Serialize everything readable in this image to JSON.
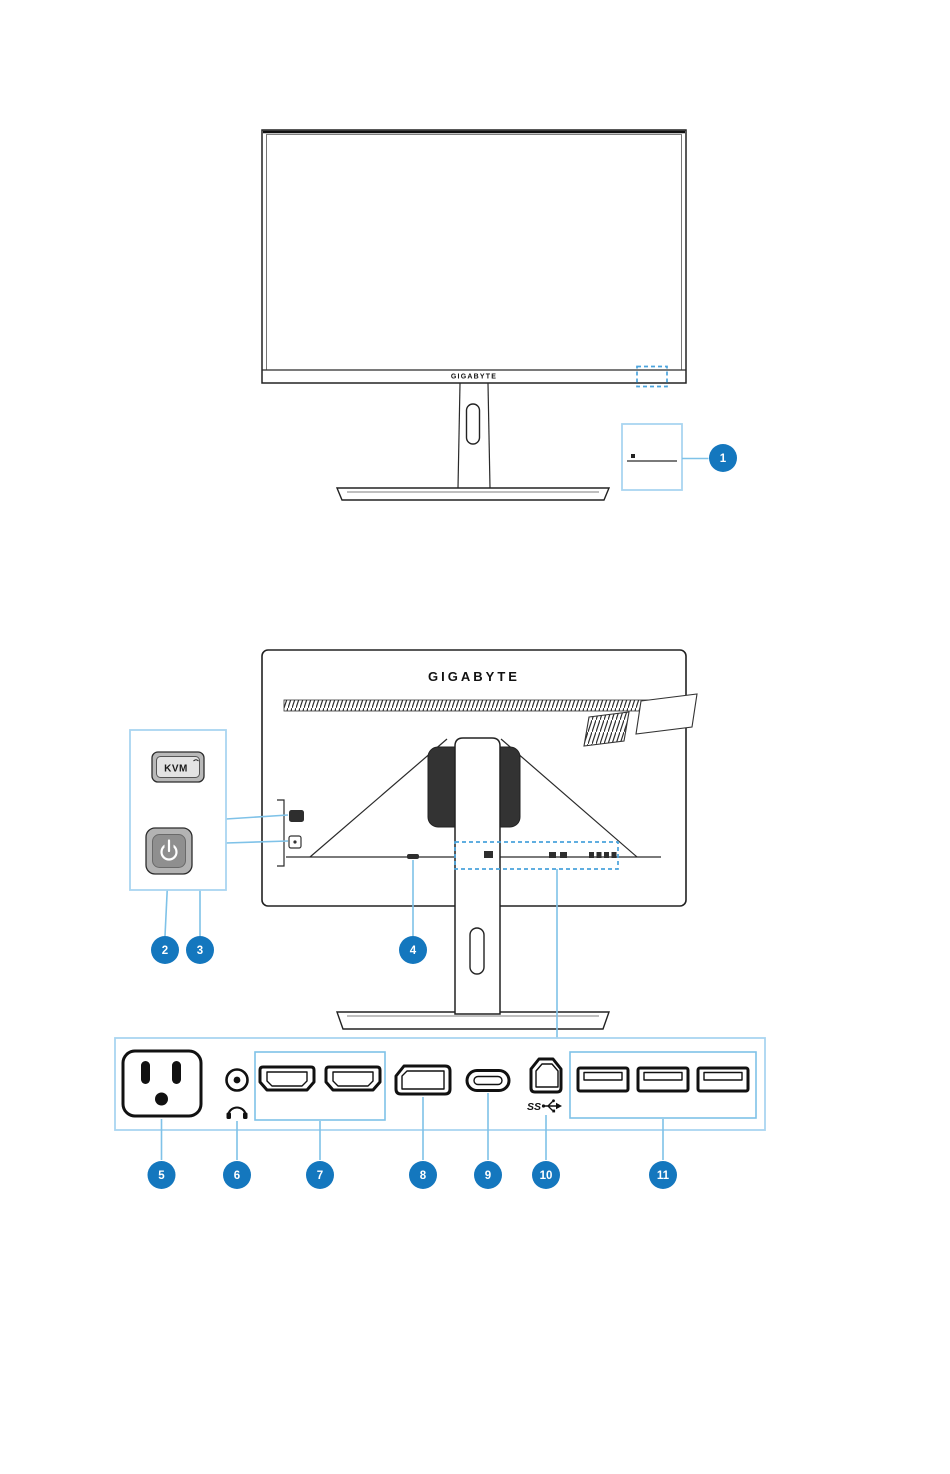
{
  "front_view": {
    "brand": "GIGABYTE"
  },
  "rear_view": {
    "brand": "GIGABYTE",
    "kvm_button_label": "KVM"
  },
  "ports_panel": {
    "superspeed_label": "SS"
  },
  "callouts": {
    "front": [
      {
        "number": "1",
        "name": "power-led"
      }
    ],
    "rear": [
      {
        "number": "2",
        "name": "control-button"
      },
      {
        "number": "3",
        "name": "kvm-button"
      },
      {
        "number": "4",
        "name": "kensington-lock"
      }
    ],
    "ports": [
      {
        "number": "5",
        "name": "power-input-jack"
      },
      {
        "number": "6",
        "name": "headphone-jack"
      },
      {
        "number": "7",
        "name": "hdmi-ports"
      },
      {
        "number": "8",
        "name": "displayport"
      },
      {
        "number": "9",
        "name": "usb-type-c-port"
      },
      {
        "number": "10",
        "name": "usb-upstream-port"
      },
      {
        "number": "11",
        "name": "usb-3-ports"
      }
    ]
  },
  "colors": {
    "callout_blue": "#1477be",
    "box_border_blue": "#a9d5f0",
    "leader_line_blue": "#7fc2e8",
    "dashed_blue": "#4aa3dc",
    "outline_dark": "#1a1a1a"
  }
}
